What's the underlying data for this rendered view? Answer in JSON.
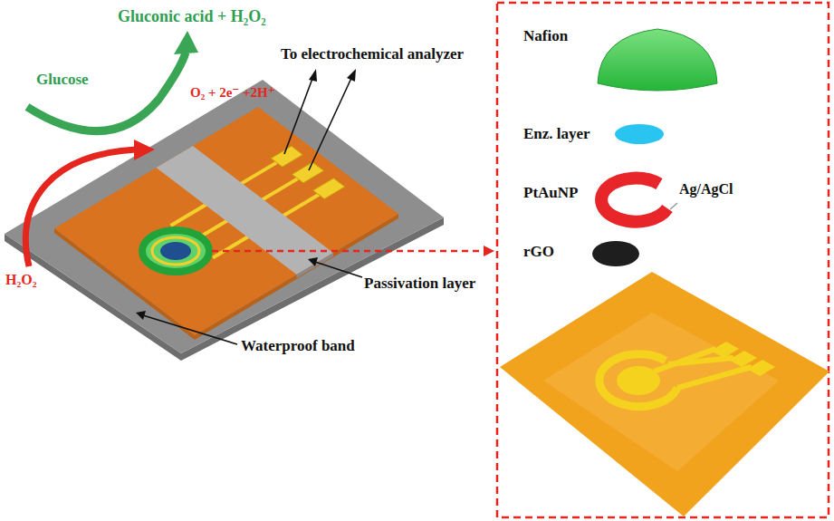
{
  "diagram": {
    "labels": [
      "Glucose",
      "Gluconic acid + H₂O₂",
      "O₂ + 2e⁻ +2H⁺",
      "H₂O₂",
      "To electrochemical analyzer",
      "Passivation layer",
      "Waterproof band",
      "Nafion",
      "Enz. layer",
      "PtAuNP",
      "Ag/AgCl",
      "rGO"
    ]
  }
}
